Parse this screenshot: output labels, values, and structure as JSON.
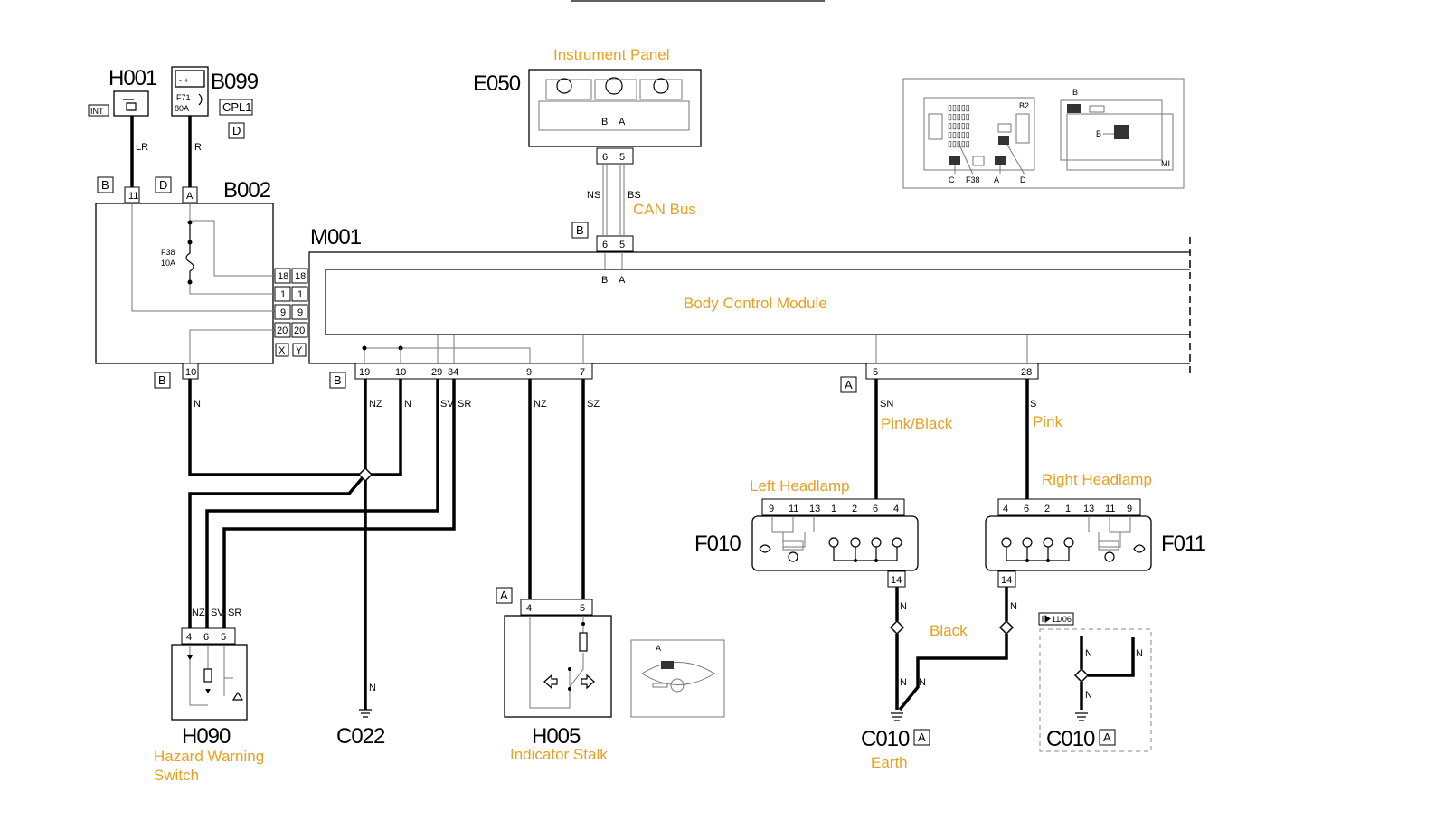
{
  "components": {
    "h001": "H001",
    "b099": "B099",
    "b002": "B002",
    "e050": "E050",
    "m001": "M001",
    "h090": "H090",
    "c022": "C022",
    "h005": "H005",
    "f010": "F010",
    "f011": "F011",
    "c010_a": "C010",
    "c010_b": "C010"
  },
  "annotations": {
    "instrument_panel": "Instrument Panel",
    "can_bus": "CAN Bus",
    "body_control_module": "Body Control Module",
    "pink_black": "Pink/Black",
    "pink": "Pink",
    "left_headlamp": "Left Headlamp",
    "right_headlamp": "Right Headlamp",
    "black": "Black",
    "hazard_line1": "Hazard Warning",
    "hazard_line2": "Switch",
    "indicator_stalk": "Indicator Stalk",
    "earth": "Earth"
  },
  "labels": {
    "int": "INT",
    "cpl1": "CPL1",
    "fuse_f71": "F71",
    "fuse_80a": "80A",
    "fuse_f38": "F38",
    "fuse_10a": "10A",
    "ref_1106": "11/06"
  },
  "connectors": {
    "b_b002": "B",
    "d_b002": "D",
    "d_b099": "D",
    "b_can": "B",
    "b_bottom_left": "B",
    "b_bottom_mid": "B",
    "a_right": "A",
    "x": "X",
    "y": "Y",
    "a_h005": "A",
    "a_c010": "A",
    "a_c010b": "A"
  },
  "wires": {
    "lr": "LR",
    "r": "R",
    "ns": "NS",
    "bs": "BS",
    "n_b002": "N",
    "nz_19": "NZ",
    "n_10": "N",
    "sv_29": "SV",
    "sr_34": "SR",
    "nz_9": "NZ",
    "sz_7": "SZ",
    "sn_5": "SN",
    "s_28": "S",
    "nz_h090": "NZ",
    "sv_h090": "SV",
    "sr_h090": "SR",
    "n_c022": "N",
    "n_f010": "N",
    "n_f011": "N",
    "n_c010l": "N",
    "n_c010r": "N",
    "n_ref_a": "N",
    "n_ref_b": "N",
    "n_ref_c": "N"
  },
  "pins": {
    "h001_11": "11",
    "b002_a": "A",
    "b002_18": "18",
    "b002_1": "1",
    "b002_9": "9",
    "b002_20": "20",
    "m001_18": "18",
    "m001_1": "1",
    "m001_9": "9",
    "m001_20": "20",
    "b002_10": "10",
    "m001_19": "19",
    "m001_10": "10",
    "m001_29": "29",
    "m001_34": "34",
    "m001_9b": "9",
    "m001_7": "7",
    "m001_5": "5",
    "m001_28": "28",
    "e050_6": "6",
    "e050_5": "5",
    "can_6": "6",
    "can_5": "5",
    "e050_b": "B",
    "e050_a": "A",
    "m001_b": "B",
    "m001_a": "A",
    "h090_4": "4",
    "h090_6": "6",
    "h090_5": "5",
    "h005_4": "4",
    "h005_5": "5",
    "f010_9": "9",
    "f010_11": "11",
    "f010_13": "13",
    "f010_1": "1",
    "f010_2": "2",
    "f010_6": "6",
    "f010_4": "4",
    "f010_14": "14",
    "f011_4": "4",
    "f011_6": "6",
    "f011_2": "2",
    "f011_1": "1",
    "f011_13": "13",
    "f011_11": "11",
    "f011_9": "9",
    "f011_14": "14"
  },
  "inset": {
    "b2": "B2",
    "b_top": "B",
    "b_mid": "B",
    "m1": "MI",
    "c": "C",
    "f38": "F38",
    "a": "A",
    "d": "D"
  }
}
